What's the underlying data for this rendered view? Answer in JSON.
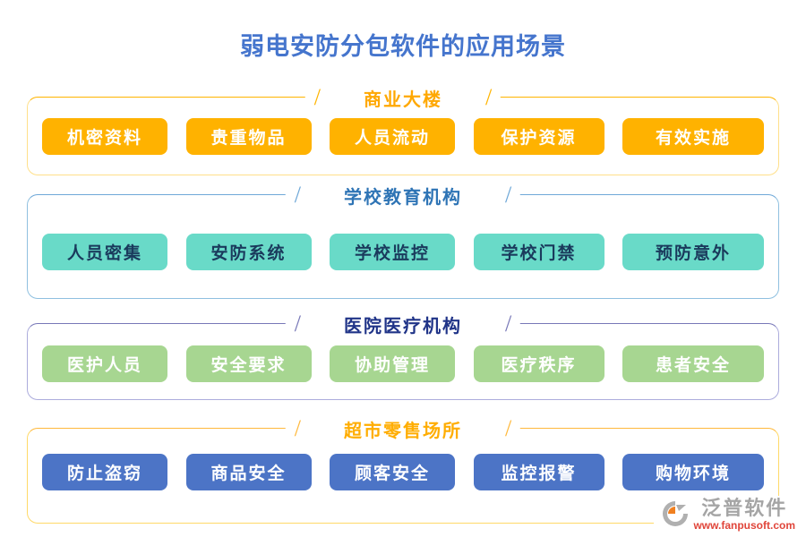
{
  "page": {
    "title": "弱电安防分包软件的应用场景",
    "title_color": "#4575CD"
  },
  "sections": [
    {
      "title": "商业大楼",
      "items": [
        "机密资料",
        "贵重物品",
        "人员流动",
        "保护资源",
        "有效实施"
      ],
      "colors": {
        "title": "#FFA800",
        "line": "#FFB400",
        "border": "#FFE08A",
        "button_bg": "#FFB200",
        "button_text": "#FFFFFF"
      }
    },
    {
      "title": "学校教育机构",
      "items": [
        "人员密集",
        "安防系统",
        "学校监控",
        "学校门禁",
        "预防意外"
      ],
      "colors": {
        "title": "#2E74B5",
        "line": "#6FA8D8",
        "border": "#8FC0E0",
        "button_bg": "#69DAC8",
        "button_text": "#1A3A5C"
      }
    },
    {
      "title": "医院医疗机构",
      "items": [
        "医护人员",
        "安全要求",
        "协助管理",
        "医疗秩序",
        "患者安全"
      ],
      "colors": {
        "title": "#203488",
        "line": "#7878B8",
        "border": "#ACACDC",
        "button_bg": "#A7D691",
        "button_text": "#FFFFFF"
      }
    },
    {
      "title": "超市零售场所",
      "items": [
        "防止盗窃",
        "商品安全",
        "顾客安全",
        "监控报警",
        "购物环境"
      ],
      "colors": {
        "title": "#FFAD00",
        "line": "#FFB93C",
        "border": "#FFD968",
        "button_bg": "#4C74C6",
        "button_text": "#FFFFFF"
      }
    }
  ],
  "footer": {
    "brand": "泛普软件",
    "url": "www.fanpusoft.com",
    "logo_icon": "fanpu-logo-icon",
    "brand_color": "#A5A5A5",
    "url_color": "#E0453A"
  }
}
